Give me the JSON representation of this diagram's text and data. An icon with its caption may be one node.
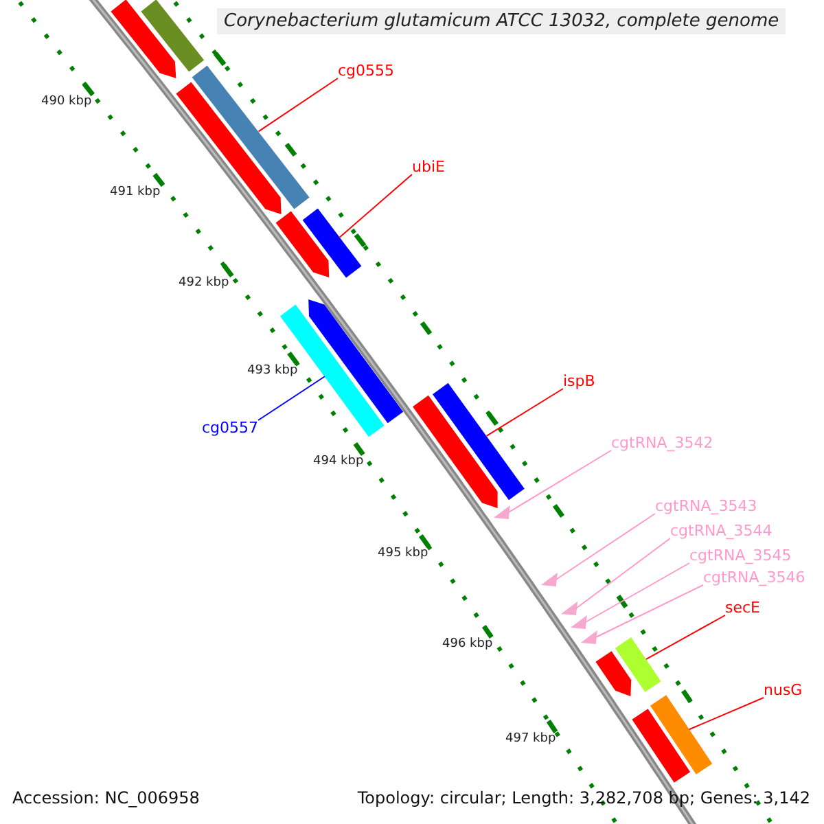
{
  "diagram": {
    "title": "Corynebacterium glutamicum ATCC 13032, complete genome",
    "nodes": [
      {
        "text": [
          "cg0555"
        ]
      },
      {
        "text": [],
        "shape": "bar"
      },
      {
        "text": [
          "ubiE"
        ]
      },
      {
        "text": [],
        "shape": "bar"
      },
      {
        "text": [],
        "shape": "bar"
      },
      {
        "text": [
          "cg0557"
        ]
      },
      {
        "text": [
          "ispB"
        ]
      },
      {
        "text": [],
        "shape": "bar"
      },
      {
        "text": [
          "cgtRNA_3542"
        ]
      },
      {
        "text": [],
        "shape": "triangle"
      },
      {
        "text": [
          "cgtRNA_3543"
        ]
      },
      {
        "text": [],
        "shape": "triangle"
      },
      {
        "text": [
          "cgtRNA_3544"
        ]
      },
      {
        "text": [],
        "shape": "triangle"
      },
      {
        "text": [
          "cgtRNA_3545"
        ]
      },
      {
        "text": [],
        "shape": "triangle"
      },
      {
        "text": [
          "cgtRNA_3546"
        ]
      },
      {
        "text": [],
        "shape": "triangle"
      },
      {
        "text": [
          "secE"
        ]
      },
      {
        "text": [],
        "shape": "bar"
      },
      {
        "text": [
          "nusG"
        ]
      },
      {
        "text": [],
        "shape": "bar"
      },
      {
        "text": [],
        "shape": "bar"
      },
      {
        "text": [],
        "shape": "bar"
      },
      {
        "text": [],
        "shape": "bar"
      },
      {
        "text": [],
        "shape": "bar"
      },
      {
        "text": [],
        "shape": "bar"
      },
      {
        "text": [],
        "shape": "bar"
      },
      {
        "text": [],
        "shape": "bar"
      },
      {
        "text": [],
        "shape": "bar"
      }
    ],
    "edges": [
      {
        "from": 0,
        "to": 1,
        "arrow": "none",
        "color": "#ff0000"
      },
      {
        "from": 2,
        "to": 3,
        "arrow": "none",
        "color": "#ff0000"
      },
      {
        "from": 5,
        "to": 4,
        "arrow": "none",
        "color": "#0000ff"
      },
      {
        "from": 6,
        "to": 7,
        "arrow": "none",
        "color": "#ff0000"
      },
      {
        "from": 8,
        "to": 9,
        "arrow": "none",
        "color": "#ff99cc"
      },
      {
        "from": 10,
        "to": 11,
        "arrow": "none",
        "color": "#ff99cc"
      },
      {
        "from": 12,
        "to": 13,
        "arrow": "none",
        "color": "#ff99cc"
      },
      {
        "from": 14,
        "to": 15,
        "arrow": "none",
        "color": "#ff99cc"
      },
      {
        "from": 16,
        "to": 17,
        "arrow": "none",
        "color": "#ff99cc"
      },
      {
        "from": 18,
        "to": 19,
        "arrow": "none",
        "color": "#ff0000"
      },
      {
        "from": 20,
        "to": 21,
        "arrow": "none",
        "color": "#ff0000"
      }
    ],
    "labels": [
      "490 kbp",
      "491 kbp",
      "492 kbp",
      "493 kbp",
      "494 kbp",
      "495 kbp",
      "496 kbp",
      "497 kbp",
      "Accession: NC_006958",
      "Topology: circular; Length: 3,282,708 bp; Genes: 3,142"
    ]
  }
}
